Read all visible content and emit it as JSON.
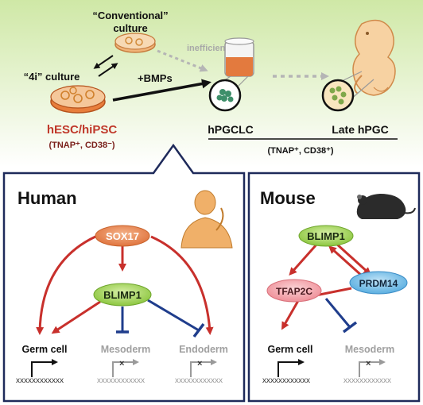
{
  "top": {
    "conventional_line1": "“Conventional”",
    "conventional_line2": "culture",
    "fouri_label": "“4i” culture",
    "inefficient": "inefficient",
    "bmps": "+BMPs",
    "hesc": "hESC/hiPSC",
    "hesc_markers": "(TNAP⁺, CD38⁻)",
    "hpgclc": "hPGCLC",
    "late_hpgc": "Late hPGC",
    "pgc_markers": "(TNAP⁺, CD38⁺)"
  },
  "human": {
    "title": "Human",
    "sox17": "SOX17",
    "blimp1": "BLIMP1",
    "germ_cell": "Germ cell",
    "mesoderm": "Mesoderm",
    "endoderm": "Endoderm",
    "dna": "xxxxxxxxxxxx"
  },
  "mouse": {
    "title": "Mouse",
    "blimp1": "BLIMP1",
    "tfap2c": "TFAP2C",
    "prdm14": "PRDM14",
    "germ_cell": "Germ cell",
    "mesoderm": "Mesoderm",
    "dna": "xxxxxxxxxxxx"
  },
  "colors": {
    "red_arrow": "#c8302c",
    "blue_arrow": "#1f3d8c",
    "hesc_text": "#c0392b",
    "gray_text": "#a0a0a0",
    "green_top": "#cfe8a6"
  }
}
